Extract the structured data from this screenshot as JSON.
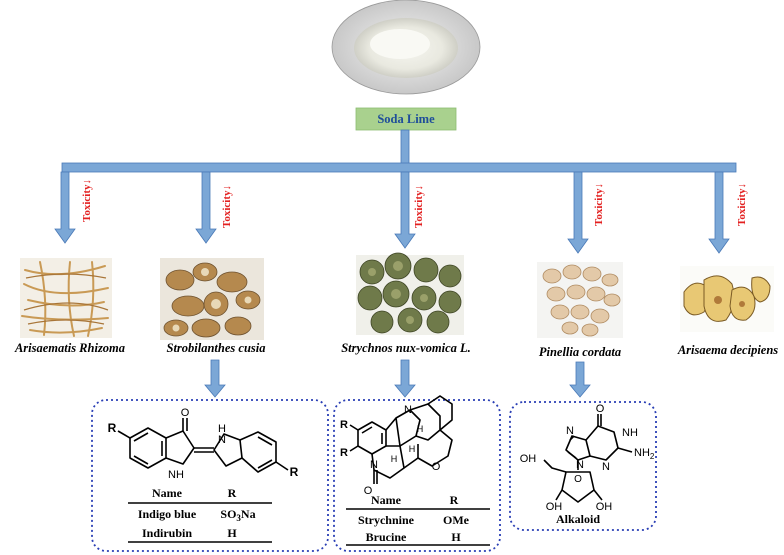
{
  "root": {
    "label": "Soda Lime"
  },
  "toxicity_label": "Toxicity↓",
  "herbs": [
    {
      "name": "Arisaematis Rhizoma"
    },
    {
      "name": "Strobilanthes cusia"
    },
    {
      "name": "Strychnos nux-vomica L."
    },
    {
      "name": "Pinellia cordata"
    },
    {
      "name": "Arisaema decipiens"
    }
  ],
  "panel1": {
    "header": {
      "name": "Name",
      "r": "R"
    },
    "rows": [
      {
        "name": "Indigo blue",
        "r": "SO₃Na"
      },
      {
        "name": "Indirubin",
        "r": "H"
      }
    ],
    "atoms": {
      "o": "O",
      "nh1": "NH",
      "nh2": "H\nN",
      "r1": "R",
      "r2": "R"
    }
  },
  "panel2": {
    "header": {
      "name": "Name",
      "r": "R"
    },
    "rows": [
      {
        "name": "Strychnine",
        "r": "OMe"
      },
      {
        "name": "Brucine",
        "r": "H"
      }
    ],
    "atoms": {
      "n1": "N",
      "n2": "N",
      "o1": "O",
      "o2": "O",
      "h1": "H",
      "h2": "H",
      "h3": "H",
      "r1": "R",
      "r2": "R"
    }
  },
  "panel3": {
    "caption": "Alkaloid",
    "atoms": {
      "o_top": "O",
      "nh": "NH",
      "nh2": "NH₂",
      "n1": "N",
      "n2": "N",
      "n3": "N",
      "oh1": "OH",
      "oh2": "OH",
      "oh3": "OH",
      "o_ring": "O"
    }
  },
  "colors": {
    "arrow": "#7ba7d6",
    "arrow_stroke": "#4a7ab8",
    "root_box": "#a9d18e",
    "toxicity": "#e32020",
    "panel_border": "#2a3fb5"
  }
}
